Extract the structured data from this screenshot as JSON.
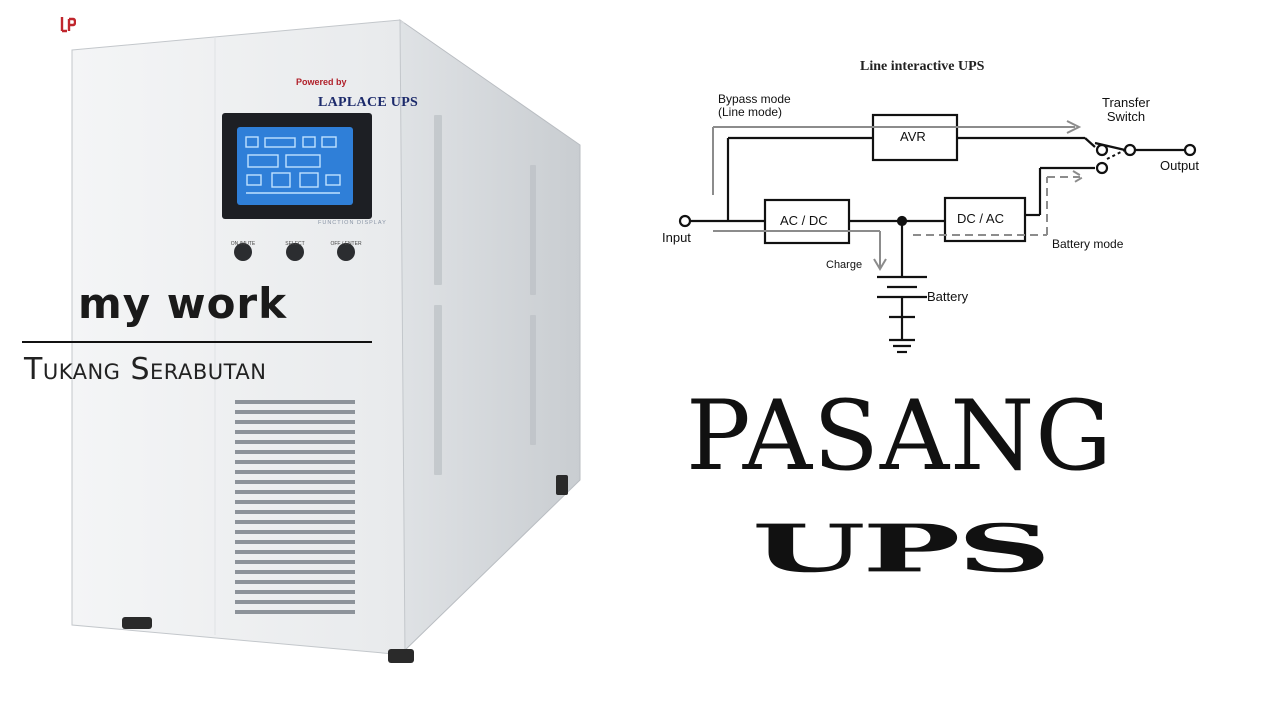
{
  "ups_device": {
    "powered_by": "Powered by",
    "brand": "LAPLACE UPS",
    "display_caption": "FUNCTION DISPLAY",
    "buttons": [
      "ON /MUTE",
      "SELECT",
      "OFF / ENTER"
    ]
  },
  "overlay": {
    "heading": "my work",
    "subheading": "Tukang Serabutan"
  },
  "diagram": {
    "title": "Line interactive UPS",
    "labels": {
      "bypass": "Bypass mode\n(Line mode)",
      "avr": "AVR",
      "transfer_switch": "Transfer\nSwitch",
      "output": "Output",
      "input": "Input",
      "ac_dc": "AC / DC",
      "dc_ac": "DC / AC",
      "charge": "Charge",
      "battery": "Battery",
      "battery_mode": "Battery mode"
    }
  },
  "title": {
    "line1": "PASANG",
    "line2": "UPS"
  },
  "colors": {
    "text": "#111111",
    "lcd": "#2f7fd8",
    "ups_body": "#eef0f2"
  }
}
